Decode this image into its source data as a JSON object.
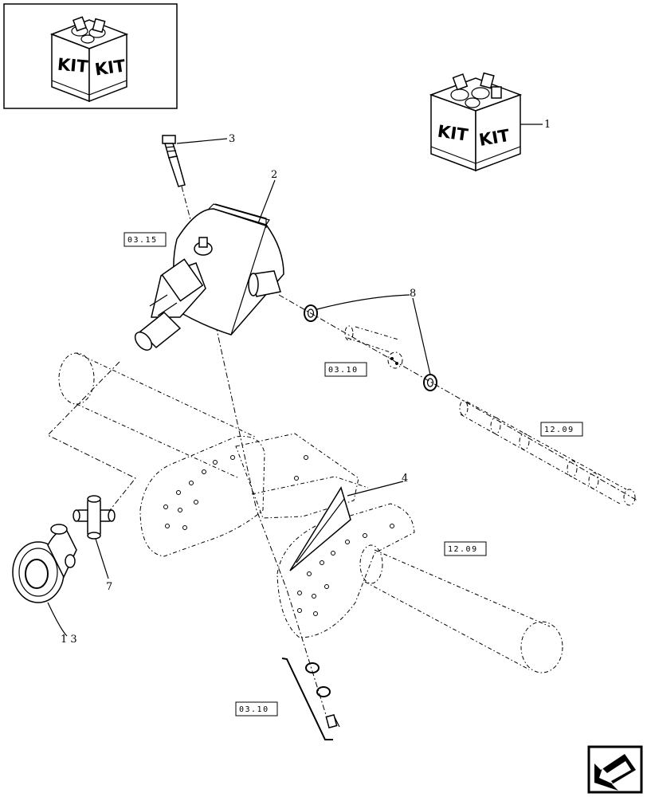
{
  "callouts": {
    "c1": "1",
    "c2": "2",
    "c3": "3",
    "c4": "4",
    "c7": "7",
    "c8": "8",
    "c13": "1 3"
  },
  "refs": {
    "r_0315": "03.15",
    "r_0310_top": "03.10",
    "r_1209_shaft": "12.09",
    "r_1209_tube": "12.09",
    "r_0310_bottom": "03.10"
  },
  "kit": {
    "thumb_left": "KIT",
    "thumb_right": "KIT",
    "main_left": "KIT",
    "main_right": "KIT"
  },
  "icons": {
    "kit_thumbnail": "kit-box-icon",
    "kit_main": "kit-box-icon",
    "nav": "return-arrow-icon"
  }
}
